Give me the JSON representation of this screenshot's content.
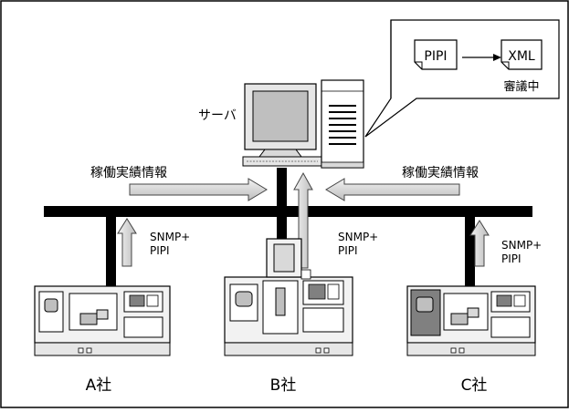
{
  "server": {
    "label": "サーバ"
  },
  "callout": {
    "source_doc": "PIPI",
    "target_doc": "XML",
    "status": "審議中"
  },
  "flows": {
    "left_label": "稼働実績情報",
    "right_label": "稼働実績情報",
    "protocol_left": [
      "SNMP+",
      "PIPI"
    ],
    "protocol_center": [
      "SNMP+",
      "PIPI"
    ],
    "protocol_right": [
      "SNMP+",
      "PIPI"
    ]
  },
  "companies": [
    "A社",
    "B社",
    "C社"
  ],
  "icons": {
    "server": "server-tower-icon",
    "monitor": "pc-monitor-icon",
    "keyboard": "keyboard-icon",
    "document": "document-icon",
    "machine": "machine-tool-icon",
    "arrow": "block-arrow-icon"
  }
}
